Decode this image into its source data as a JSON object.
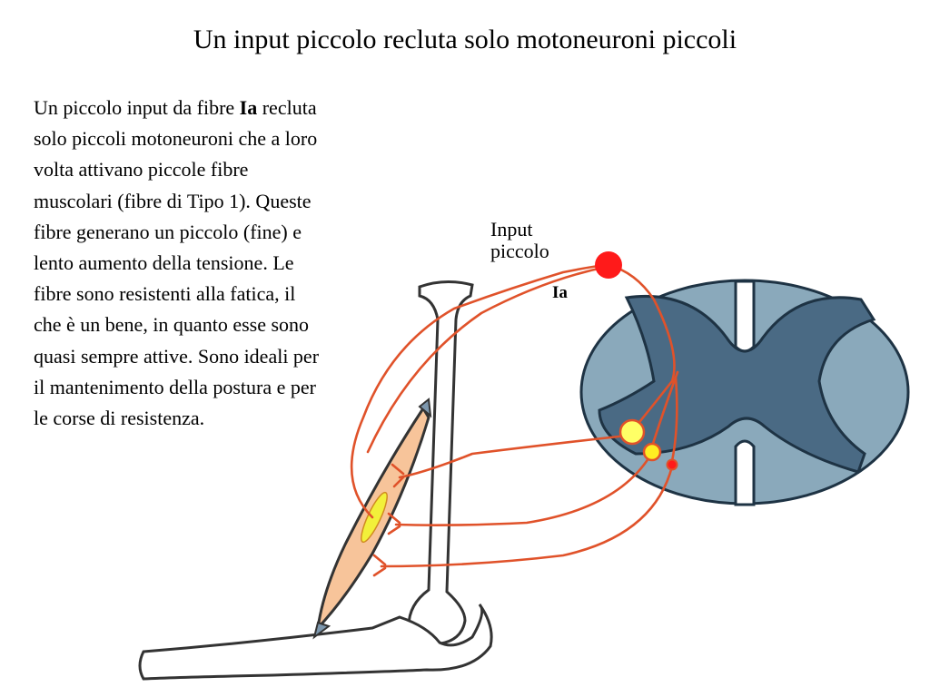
{
  "title": "Un input piccolo recluta solo motoneuroni piccoli",
  "paragraph": {
    "part1": "Un piccolo input da fibre ",
    "bold": "Ia",
    "part2": " recluta solo piccoli motoneuroni che a loro volta attivano piccole fibre muscolari (fibre di Tipo 1). Queste fibre generano un piccolo (fine) e lento aumento della tensione. Le fibre sono resistenti alla fatica, il che è un bene, in quanto esse sono quasi sempre attive. Sono ideali per il mantenimento della postura e per le corse di resistenza."
  },
  "diagram": {
    "label_input": [
      "Input",
      "piccolo"
    ],
    "label_fiber": "Ia",
    "colors": {
      "nerve": "#e0522a",
      "sensory_dot": "#ff1a1a",
      "muscle": "#f7c49a",
      "spindle": "#f2f03a",
      "cord_white": "#8aa9bb",
      "cord_gray": "#4a6a84",
      "neuron_large": "#ffff66",
      "neuron_medium": "#ffee22",
      "neuron_small": "#ff1a1a",
      "bone_outline": "#333333"
    }
  }
}
